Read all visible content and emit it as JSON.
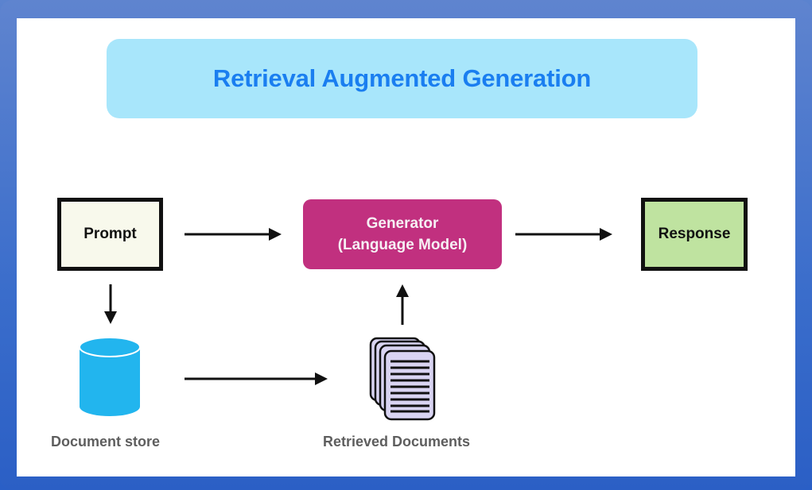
{
  "title": "Retrieval Augmented Generation",
  "nodes": {
    "prompt": {
      "label": "Prompt"
    },
    "generator": {
      "line1": "Generator",
      "line2": "(Language Model)"
    },
    "response": {
      "label": "Response"
    },
    "document_store": {
      "label": "Document store",
      "icon": "database-cylinder-icon"
    },
    "retrieved_documents": {
      "label": "Retrieved Documents",
      "icon": "document-stack-icon"
    }
  },
  "edges": [
    {
      "from": "Prompt",
      "to": "Generator"
    },
    {
      "from": "Generator",
      "to": "Response"
    },
    {
      "from": "Prompt",
      "to": "Document store"
    },
    {
      "from": "Document store",
      "to": "Retrieved Documents"
    },
    {
      "from": "Retrieved Documents",
      "to": "Generator"
    }
  ],
  "colors": {
    "frame": "#3a6dcb",
    "title_bg": "#a8e6fb",
    "title_text": "#1a7ef0",
    "prompt_bg": "#f8f9ec",
    "generator_bg": "#c1307f",
    "response_bg": "#bfe3a0",
    "cylinder": "#22b5ee",
    "documents": "#d9d4f2"
  }
}
